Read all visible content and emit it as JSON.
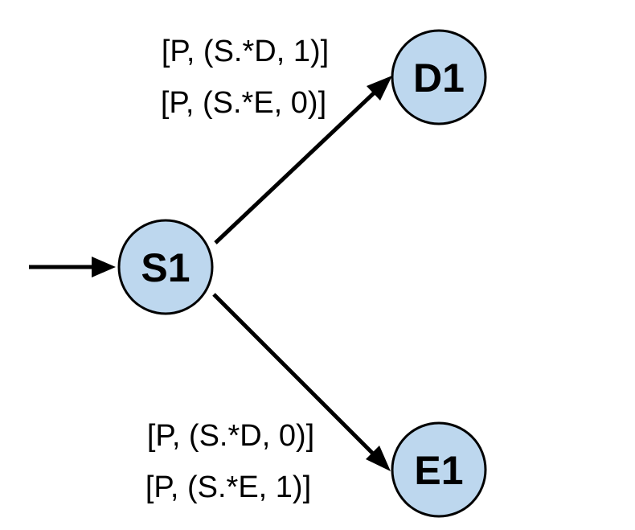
{
  "nodes": {
    "s1": {
      "label": "S1",
      "fill": "#bdd7ee",
      "initial": true
    },
    "d1": {
      "label": "D1",
      "fill": "#bdd7ee"
    },
    "e1": {
      "label": "E1",
      "fill": "#bdd7ee"
    }
  },
  "edges": {
    "s1_to_d1": {
      "from": "S1",
      "to": "D1",
      "labels": [
        "[P, (S.*D, 1)]",
        "[P, (S.*E, 0)]"
      ]
    },
    "s1_to_e1": {
      "from": "S1",
      "to": "E1",
      "labels": [
        "[P, (S.*D, 0)]",
        "[P, (S.*E, 1)]"
      ]
    }
  },
  "colors": {
    "node_fill": "#bdd7ee",
    "stroke": "#000000"
  }
}
